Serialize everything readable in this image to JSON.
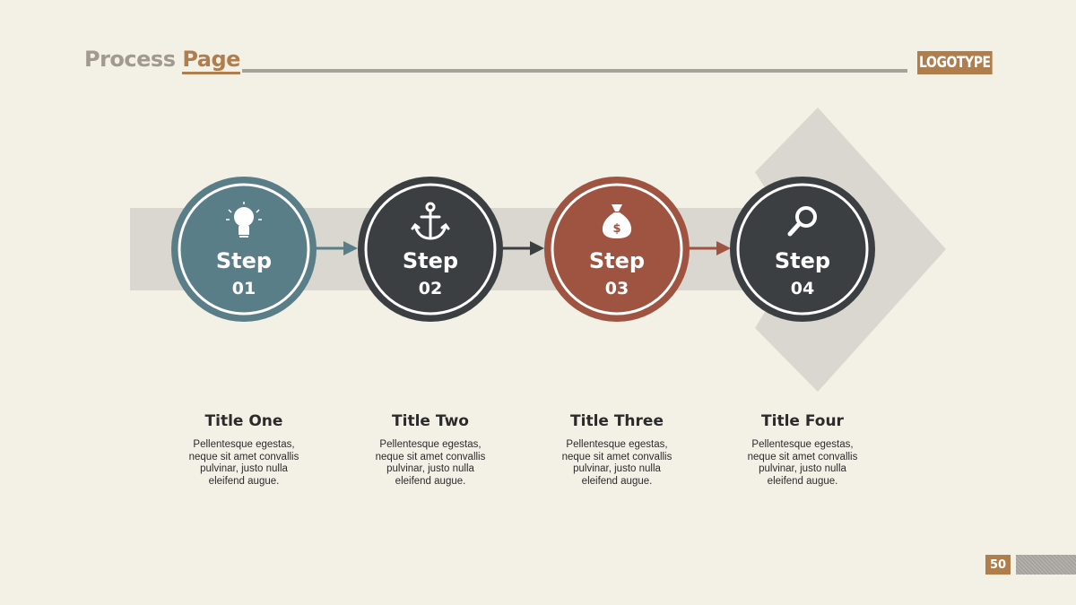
{
  "header": {
    "title_part1": "Process",
    "title_part2": "Page",
    "logo": "LOGOTYPE"
  },
  "colors": {
    "background": "#f3f0e6",
    "accent": "#b07d4c",
    "teal": "#5a7e87",
    "charcoal": "#3c3f42",
    "rust": "#9e5440",
    "band": "#d9d7d0"
  },
  "steps": [
    {
      "label": "Step",
      "number": "01",
      "icon": "lightbulb-icon",
      "color": "#5a7e87",
      "title": "Title One",
      "desc": [
        "Pellentesque egestas,",
        "neque sit amet convallis",
        "pulvinar, justo nulla",
        "eleifend augue."
      ]
    },
    {
      "label": "Step",
      "number": "02",
      "icon": "anchor-icon",
      "color": "#3c3f42",
      "title": "Title Two",
      "desc": [
        "Pellentesque egestas,",
        "neque sit amet convallis",
        "pulvinar, justo nulla",
        "eleifend augue."
      ]
    },
    {
      "label": "Step",
      "number": "03",
      "icon": "money-bag-icon",
      "color": "#9e5440",
      "title": "Title Three",
      "desc": [
        "Pellentesque egestas,",
        "neque sit amet convallis",
        "pulvinar, justo nulla",
        "eleifend augue."
      ]
    },
    {
      "label": "Step",
      "number": "04",
      "icon": "magnifier-icon",
      "color": "#3c3f42",
      "title": "Title Four",
      "desc": [
        "Pellentesque egestas,",
        "neque sit amet convallis",
        "pulvinar, justo nulla",
        "eleifend augue."
      ]
    }
  ],
  "footer": {
    "page_number": "50"
  }
}
